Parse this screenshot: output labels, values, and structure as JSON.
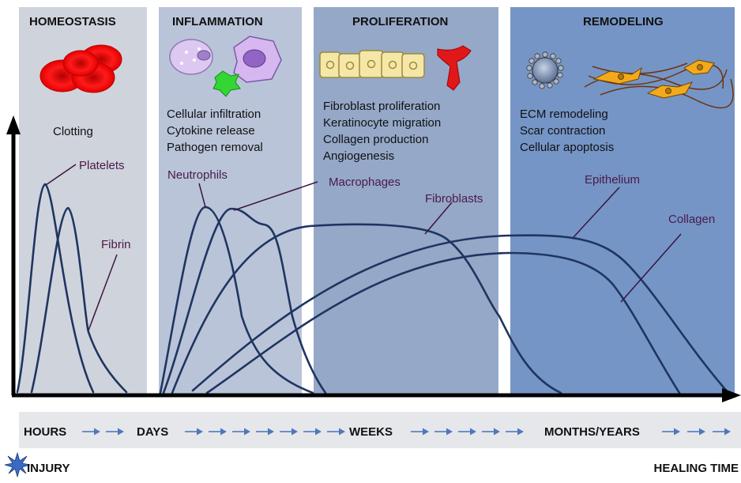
{
  "phases": [
    {
      "id": "homeostasis",
      "title": "HOMEOSTASIS",
      "color": "#cfd3dc",
      "lines": [
        "Clotting"
      ]
    },
    {
      "id": "inflammation",
      "title": "INFLAMMATION",
      "color": "#b9c4d9",
      "lines": [
        "Cellular infiltration",
        "Cytokine release",
        "Pathogen removal"
      ]
    },
    {
      "id": "proliferation",
      "title": "PROLIFERATION",
      "color": "#95a8c8",
      "lines": [
        "Fibroblast proliferation",
        "Keratinocyte migration",
        "Collagen production",
        "Angiogenesis"
      ]
    },
    {
      "id": "remodeling",
      "title": "REMODELING",
      "color": "#7595c6",
      "lines": [
        "ECM remodeling",
        "Scar contraction",
        "Cellular apoptosis"
      ]
    }
  ],
  "curve_labels": {
    "platelets": "Platelets",
    "fibrin": "Fibrin",
    "neutrophils": "Neutrophils",
    "macrophages": "Macrophages",
    "fibroblasts": "Fibroblasts",
    "epithelium": "Epithelium",
    "collagen": "Collagen"
  },
  "timeline": {
    "labels": [
      "HOURS",
      "DAYS",
      "WEEKS",
      "MONTHS/YEARS"
    ],
    "band_color": "#e6e7ea",
    "arrow_color": "#4f77c0"
  },
  "footer": {
    "left": "INJURY",
    "right": "HEALING TIME",
    "left_icon": "starburst-icon"
  },
  "colors": {
    "curve": "#1f3560",
    "label": "#4a1a4a",
    "axis": "#000000"
  }
}
